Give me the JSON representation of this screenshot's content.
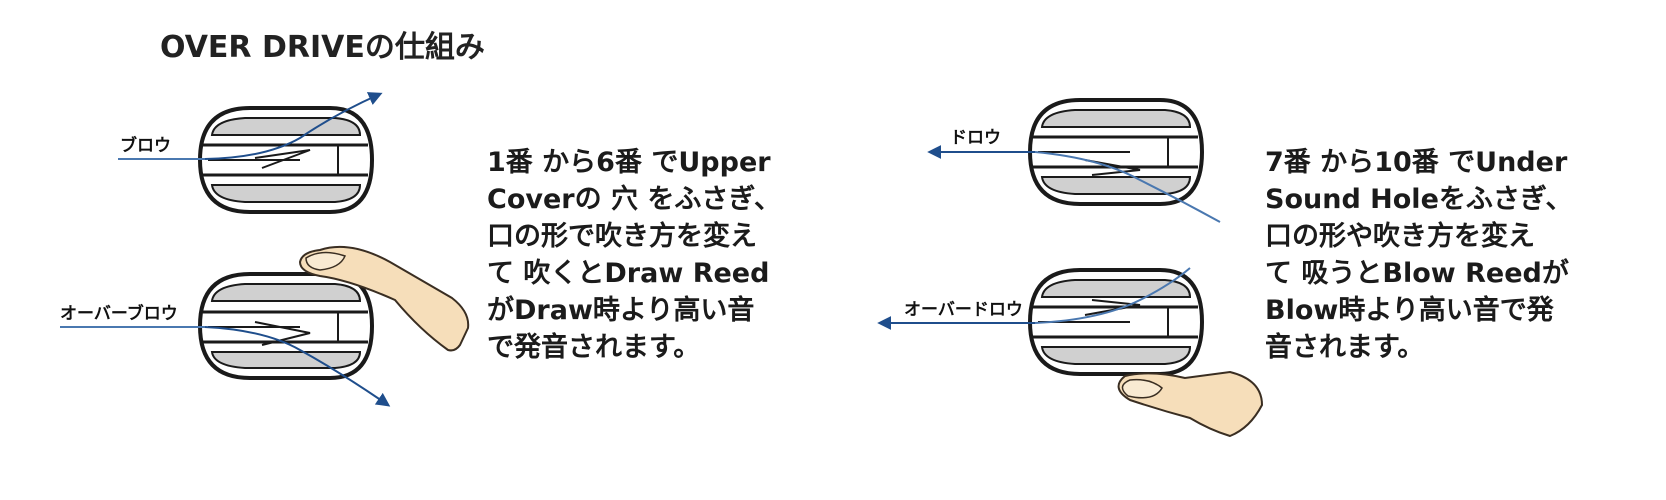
{
  "title": "OVER DRIVEの仕組み",
  "labels": {
    "blow": "ブロウ",
    "overblow": "オーバーブロウ",
    "draw": "ドロウ",
    "overdraw": "オーバードロウ"
  },
  "descriptions": {
    "left": [
      "1番 から6番 でUpper",
      "Coverの 穴 をふさぎ、",
      "口の形で吹き方を変え",
      "て 吹くとDraw Reed",
      "がDraw時より高い音",
      "で発音されます。"
    ],
    "right": [
      "7番 から10番 でUnder",
      "Sound Holeをふさぎ、",
      "口の形や吹き方を変え",
      "て 吸うとBlow Reedが",
      "Blow時より高い音で発",
      "音されます。"
    ]
  },
  "colors": {
    "arrow": "#1f4e8c",
    "flow_line": "#4a78b0",
    "finger_fill": "#f6deba",
    "outline": "#1a1a1a",
    "slot_fill": "#c8c8c8"
  }
}
